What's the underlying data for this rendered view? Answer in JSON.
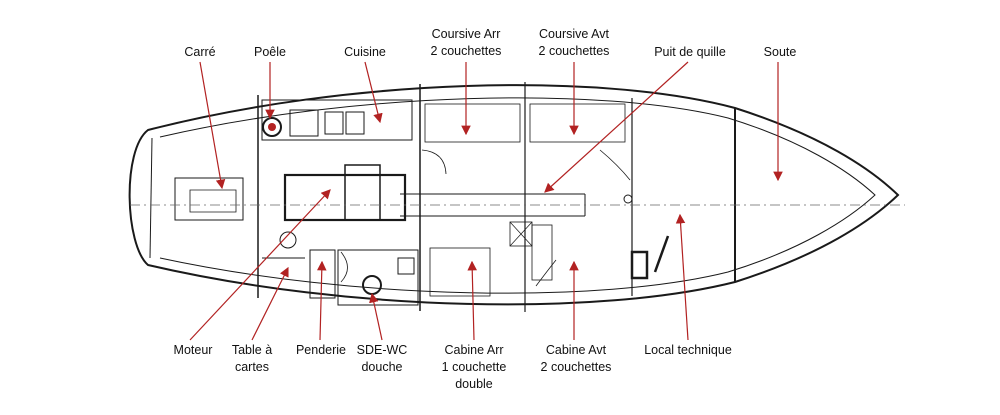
{
  "diagram": {
    "colors": {
      "hull": "#1a1a1a",
      "arrow": "#b22222",
      "text": "#111111"
    },
    "labels_top": {
      "carre": "Carré",
      "poele": "Poêle",
      "cuisine": "Cuisine",
      "coursive_arr_1": "Coursive Arr",
      "coursive_arr_2": "2 couchettes",
      "coursive_avt_1": "Coursive Avt",
      "coursive_avt_2": "2 couchettes",
      "puits": "Puit de quille",
      "soute": "Soute"
    },
    "labels_bottom": {
      "moteur": "Moteur",
      "table_1": "Table à",
      "table_2": "cartes",
      "penderie": "Penderie",
      "sde_1": "SDE-WC",
      "sde_2": "douche",
      "cabine_arr_1": "Cabine Arr",
      "cabine_arr_2": "1 couchette",
      "cabine_arr_3": "double",
      "cabine_avt_1": "Cabine Avt",
      "cabine_avt_2": "2 couchettes",
      "local": "Local technique"
    }
  }
}
